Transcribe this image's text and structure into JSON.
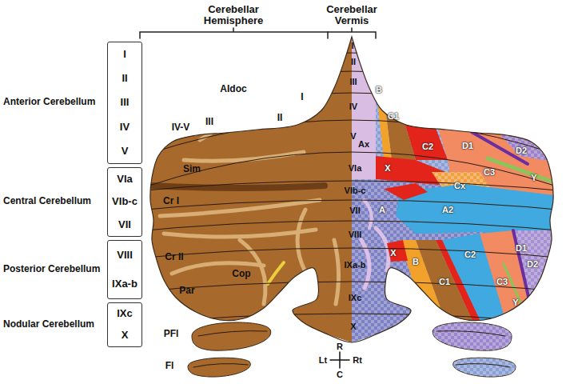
{
  "diagram": {
    "nodes": [
      {
        "text": [
          "I",
          "II",
          "III",
          "IV",
          "V"
        ]
      },
      {
        "text": [
          "VIa",
          "VIb-c",
          "VII"
        ]
      },
      {
        "text": [
          "VIII",
          "IXa-b"
        ]
      },
      {
        "text": [
          "IXc",
          "X"
        ]
      }
    ],
    "labels": [
      "Cerebellar Hemisphere",
      "Cerebellar Vermis",
      "Anterior Cerebellum",
      "Central Cerebellum",
      "Posterior Cerebellum",
      "Nodular Cerebellum",
      "AIdoc",
      "I",
      "III",
      "II",
      "IV-V",
      "Sim",
      "Cr I",
      "Cr II",
      "Par",
      "Cop",
      "PFl",
      "Fl",
      "I",
      "II",
      "III",
      "IV",
      "V",
      "VIa",
      "VIb-c",
      "VII",
      "VIII",
      "IXa-b",
      "IXc",
      "X",
      "B",
      "C1",
      "C2",
      "D1",
      "D2",
      "C3",
      "Y",
      "Ax",
      "X",
      "Cx",
      "A",
      "A2",
      "X",
      "B",
      "C1",
      "C2",
      "C3",
      "D1",
      "D2",
      "Y",
      "R",
      "Lt",
      "Rt",
      "C"
    ]
  }
}
